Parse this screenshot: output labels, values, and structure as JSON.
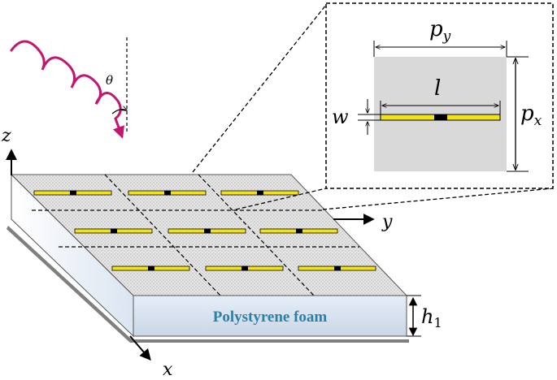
{
  "labels": {
    "theta": "θ",
    "z": "z",
    "x": "x",
    "y": "y",
    "substrate": "Polystyrene foam",
    "py_main": "p",
    "py_sub": "y",
    "px_main": "p",
    "px_sub": "x",
    "l": "l",
    "w": "w",
    "h_main": "h",
    "h_sub": "1"
  },
  "colors": {
    "wave": "#c0186e",
    "dipole": "#f2e21a",
    "cell": "#d9d9d9",
    "foam_text": "#2e7fa6",
    "slab_front": "#dbe5f1"
  },
  "array": {
    "rows": 3,
    "cols": 3
  }
}
